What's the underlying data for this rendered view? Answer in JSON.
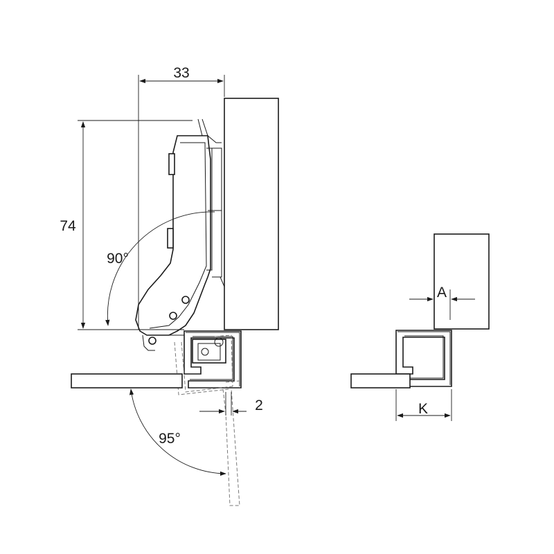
{
  "dimensions": {
    "width_label": "33",
    "height_label": "74",
    "gap_label": "2",
    "opening_angle_upper": "90°",
    "opening_angle_lower": "95°"
  },
  "detail": {
    "offset_label": "A",
    "frame_width_label": "K"
  },
  "colors": {
    "line": "#1a1a1a",
    "hidden_line": "#777777",
    "background": "#ffffff"
  }
}
